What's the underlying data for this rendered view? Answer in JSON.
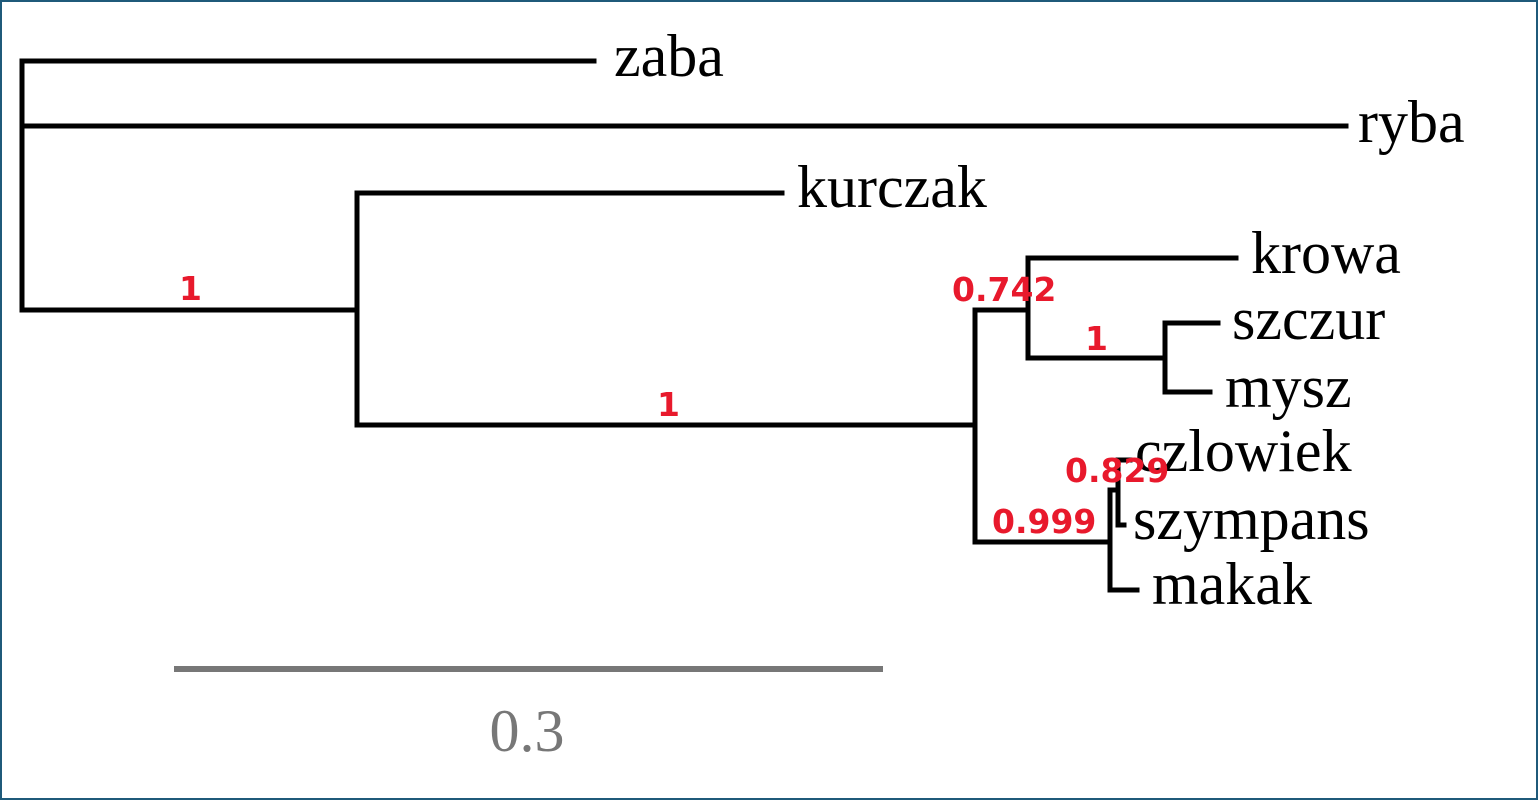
{
  "tree": {
    "leaves": {
      "zaba": "zaba",
      "ryba": "ryba",
      "kurczak": "kurczak",
      "krowa": "krowa",
      "szczur": "szczur",
      "mysz": "mysz",
      "czlowiek": "czlowiek",
      "szympans": "szympans",
      "makak": "makak"
    },
    "support_values": {
      "birds_mammals": "1",
      "mammals": "1",
      "krowa_rodents": "0.742",
      "rodents": "1",
      "primates": "0.999",
      "human_chimp": "0.829"
    }
  },
  "scale": {
    "label": "0.3",
    "value": 0.3
  },
  "colors": {
    "branch": "#000000",
    "support": "#e8192c",
    "scale": "#777777",
    "border": "#1f5a7a"
  }
}
